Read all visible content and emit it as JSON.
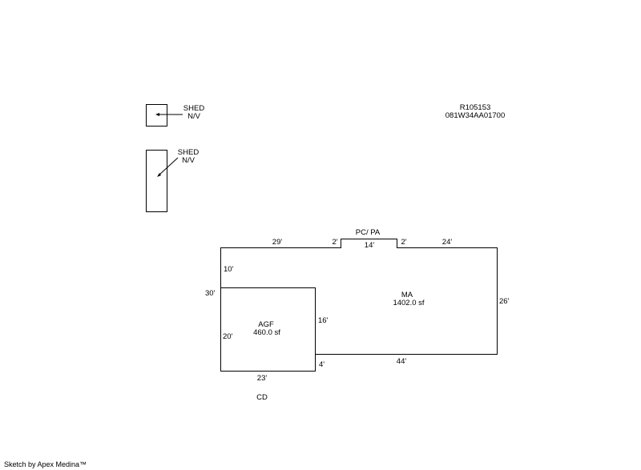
{
  "parcel": {
    "account": "R105153",
    "map_taxlot": "081W34AA01700"
  },
  "sheds": [
    {
      "name": "SHED",
      "note": "N/V"
    },
    {
      "name": "SHED",
      "note": "N/V"
    }
  ],
  "porch": {
    "name": "PC/ PA"
  },
  "main_area": {
    "name": "MA",
    "area": "1402.0 sf"
  },
  "garage": {
    "name": "AGF",
    "area": "460.0 sf"
  },
  "deck": {
    "name": "CD"
  },
  "dimensions": {
    "top_left": "29'",
    "porch_left": "2'",
    "porch_width": "14'",
    "porch_right": "2'",
    "top_right": "24'",
    "left_upper": "10'",
    "left_total": "30'",
    "right": "26'",
    "garage_left": "20'",
    "garage_right": "16'",
    "garage_bottom": "23'",
    "step": "4'",
    "bottom": "44'"
  },
  "footer": "Sketch by Apex Medina™"
}
